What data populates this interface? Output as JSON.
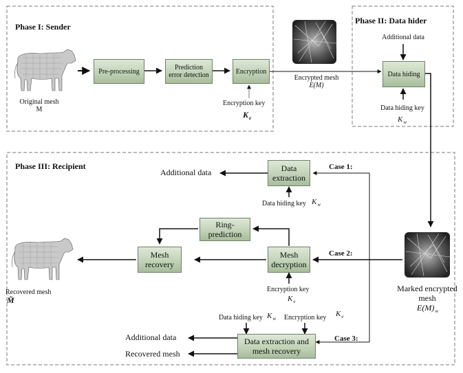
{
  "phases": {
    "sender": "Phase I: Sender",
    "data_hider": "Phase II: Data hider",
    "recipient": "Phase III: Recipient"
  },
  "phase1": {
    "original_mesh_line1": "Original mesh",
    "original_mesh_line2": "M",
    "preprocessing": "Pre-processing",
    "prediction_line1": "Prediction",
    "prediction_line2": "error detection",
    "encryption": "Encryption",
    "encryption_key": "Encryption key",
    "key_symbol": "K",
    "key_sub": "e"
  },
  "phase2": {
    "encrypted_mesh_line1": "Encrypted mesh",
    "encrypted_mesh_line2": "E(M)",
    "additional_data": "Additional data",
    "data_hiding": "Data hiding",
    "data_hiding_key": "Data hiding key",
    "key_symbol": "K",
    "key_sub": "w"
  },
  "phase3": {
    "case1": "Case 1:",
    "case2": "Case 2:",
    "case3": "Case 3:",
    "data_extraction_line1": "Data",
    "data_extraction_line2": "extraction",
    "additional_data_out1": "Additional data",
    "data_hiding_key_1": "Data hiding key",
    "ring_line1": "Ring-",
    "ring_line2": "prediction",
    "mesh_decryption_line1": "Mesh",
    "mesh_decryption_line2": "decryption",
    "mesh_recovery_line1": "Mesh",
    "mesh_recovery_line2": "recovery",
    "encryption_key_2": "Encryption key",
    "recovered_mesh_line1": "Recovered mesh",
    "recovered_mesh_symbol": "M̃",
    "marked_line1": "Marked encrypted",
    "marked_line2": "mesh",
    "marked_line3": "E(M)",
    "marked_sub": "w",
    "data_hiding_key_3": "Data hiding key",
    "encryption_key_3": "Encryption key",
    "combined_line1": "Data extraction and",
    "combined_line2": "mesh recovery",
    "additional_data_out3": "Additional data",
    "recovered_mesh_out3": "Recovered mesh",
    "key_symbol_K": "K",
    "key_sub_w": "w",
    "key_sub_e": "e"
  }
}
